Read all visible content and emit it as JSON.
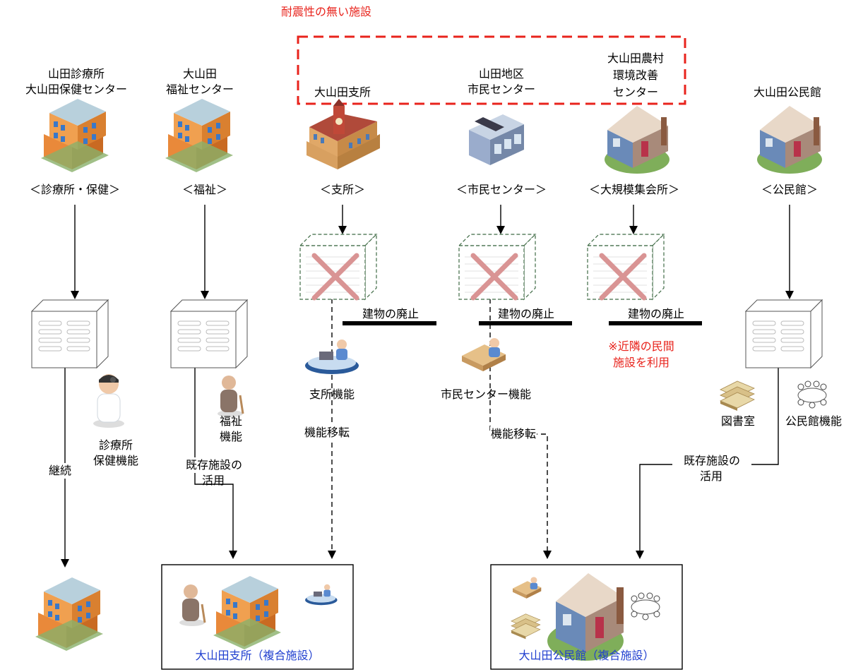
{
  "header": {
    "seismic_label": "耐震性の無い施設"
  },
  "facilities": {
    "shinryo": {
      "name_line1": "山田診療所",
      "name_line2": "大山田保健センター",
      "category": "＜診療所・保健＞"
    },
    "fukushi": {
      "name_line1": "大山田",
      "name_line2": "福祉センター",
      "category": "＜福祉＞"
    },
    "shisho": {
      "name_line1": "大山田支所",
      "category": "＜支所＞"
    },
    "shimin": {
      "name_line1": "山田地区",
      "name_line2": "市民センター",
      "category": "＜市民センター＞"
    },
    "noson": {
      "name_line1": "大山田農村",
      "name_line2": "環境改善",
      "name_line3": "センター",
      "category": "＜大規模集会所＞"
    },
    "kominkan": {
      "name_line1": "大山田公民館",
      "category": "＜公民館＞"
    }
  },
  "demolition_label": "建物の廃止",
  "notes": {
    "private_line1": "※近隣の民間",
    "private_line2": "施設を利用"
  },
  "functions": {
    "shisho_func": "支所機能",
    "shimin_func": "市民センター機能",
    "shinryo_line1": "診療所",
    "shinryo_line2": "保健機能",
    "fukushi_line1": "福祉",
    "fukushi_line2": "機能",
    "library": "図書室",
    "kominkan_func": "公民館機能"
  },
  "arrows": {
    "continue": "継続",
    "transfer": "機能移転",
    "reuse_line1": "既存施設の",
    "reuse_line2": "活用"
  },
  "results": {
    "shisho_complex": "大山田支所（複合施設）",
    "kominkan_complex": "大山田公民館（複合施設）"
  },
  "colors": {
    "red": "#e8231c",
    "blue": "#1f3ecf",
    "x_mark": "#d99494",
    "dashed_box": "#3f6b45"
  }
}
